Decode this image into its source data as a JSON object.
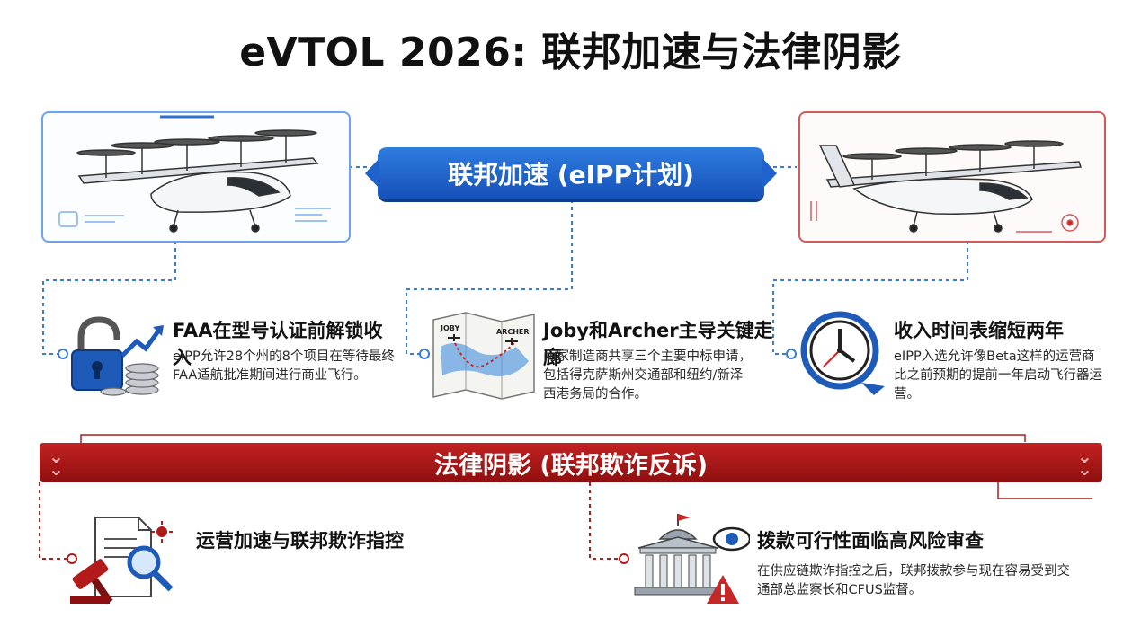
{
  "title": "eVTOL 2026: 联邦加速与法律阴影",
  "federal": {
    "label": "联邦加速 (eIPP计划)",
    "cards": [
      {
        "heading": "FAA在型号认证前解锁收入",
        "body": "eIPP允许28个州的8个项目在等待最终FAA适航批准期间进行商业飞行。",
        "icon": "unlocked-padlock-coins-icon"
      },
      {
        "heading": "Joby和Archer主导关键走廊",
        "body": "两家制造商共享三个主要中标申请，包括得克萨斯州交通部和纽约/新泽西港务局的合作。",
        "icon": "route-map-icon",
        "map_labels": [
          "JOBY",
          "ARCHER"
        ]
      },
      {
        "heading": "收入时间表缩短两年",
        "body": "eIPP入选允许像Beta这样的运营商比之前预期的提前一年启动飞行器运营。",
        "icon": "clock-icon"
      }
    ]
  },
  "legal": {
    "label": "法律阴影 (联邦欺诈反诉)",
    "cards": [
      {
        "heading": "运营加速与联邦欺诈指控",
        "body": "",
        "icon": "gavel-document-magnifier-icon"
      },
      {
        "heading": "拨款可行性面临高风险审查",
        "body": "在供应链欺诈指控之后，联邦拨款参与现在容易受到交通部总监察长和CFUS监督。",
        "icon": "government-building-eye-warning-icon"
      }
    ]
  },
  "colors": {
    "blue_accent": "#1f62cc",
    "red_accent": "#b31b1b",
    "dotted_blue": "#3a7bd5",
    "dotted_red": "#b31b1b"
  }
}
